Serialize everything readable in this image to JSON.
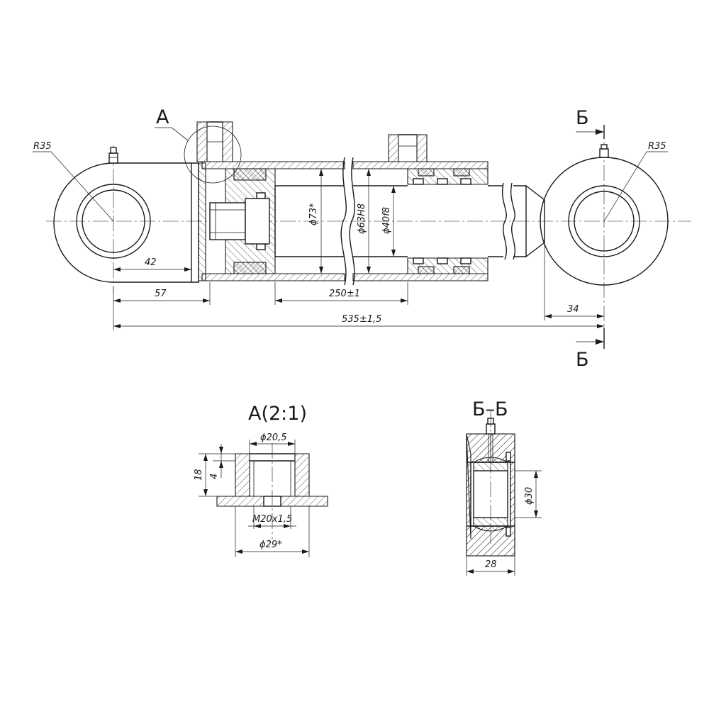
{
  "main_view": {
    "detail_label": "A",
    "section_label_top": "Б",
    "section_label_bottom": "Б",
    "radius_left": "R35",
    "radius_right": "R35",
    "dia_73": "ϕ73*",
    "dia_63": "ϕ63H8",
    "dia_40": "ϕ40f8",
    "dim_42": "42",
    "dim_57": "57",
    "dim_250": "250±1",
    "dim_535": "535±1,5",
    "dim_34": "34"
  },
  "detail_a": {
    "title": "A(2:1)",
    "dia_20": "ϕ20,5",
    "dim_18": "18",
    "dim_4": "4",
    "thread": "M20x1,5",
    "dia_29": "ϕ29*"
  },
  "section_bb": {
    "title": "Б–Б",
    "dia_30": "ϕ30",
    "dim_28": "28"
  }
}
